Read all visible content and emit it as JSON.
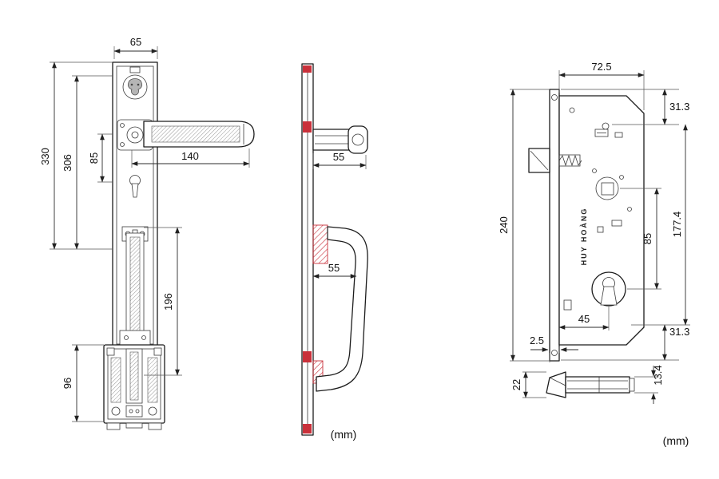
{
  "units": "(mm)",
  "front": {
    "plate_width": "65",
    "total_height": "330",
    "body_height": "306",
    "lever_to_cylinder": "85",
    "lever_length": "140",
    "lower_section": "196",
    "base_height": "96"
  },
  "side": {
    "lever_projection": "55",
    "pull_projection": "55"
  },
  "lock": {
    "body_width": "72.5",
    "top_offset": "31.3",
    "case_height": "240",
    "hole_span": "177.4",
    "centers": "85",
    "bottom_offset": "31.3",
    "backset": "45",
    "faceplate_thickness": "2.5",
    "brand": "HUY HOÀNG"
  },
  "latch": {
    "bolt_height": "13.4",
    "head_height": "22"
  }
}
